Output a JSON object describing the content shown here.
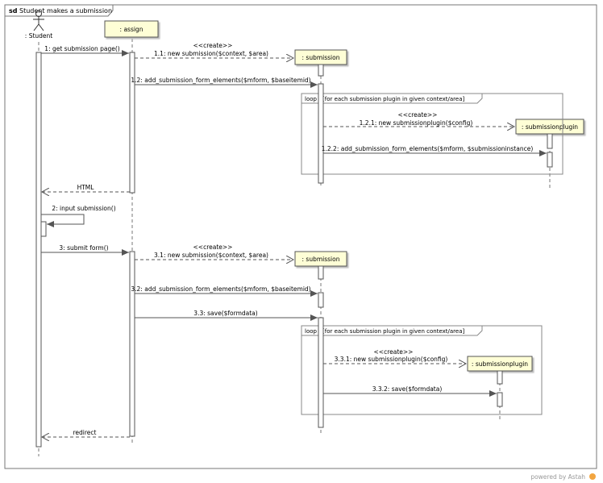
{
  "diagram": {
    "frame_kind": "sd",
    "frame_title": "Student makes a submission",
    "watermark": "powered by Astah",
    "actor": {
      "label": ": Student"
    },
    "objects": {
      "assign": ": assign",
      "submission_1": ": submission",
      "plugin_1": ": submissionplugin",
      "submission_2": ": submission",
      "plugin_2": ": submissionplugin"
    },
    "loops": [
      {
        "label": "loop",
        "guard": "[for each submission plugin in given context/area]"
      },
      {
        "label": "loop",
        "guard": "[for each submission plugin in given context/area]"
      }
    ],
    "messages": {
      "m1": "1: get submission page()",
      "m1_1_stereo": "<<create>>",
      "m1_1": "1.1: new submission($context, $area)",
      "m1_2": "1.2: add_submission_form_elements($mform, $baseitemid)",
      "m1_2_1_stereo": "<<create>>",
      "m1_2_1": "1.2.1: new submissionplugin($config)",
      "m1_2_2": "1.2.2: add_submission_form_elements($mform, $submissioninstance)",
      "r_html": "HTML",
      "m2": "2: input submission()",
      "m3": "3: submit form()",
      "m3_1_stereo": "<<create>>",
      "m3_1": "3.1: new submission($context, $area)",
      "m3_2": "3.2: add_submission_form_elements($mform, $baseitemid)",
      "m3_3": "3.3: save($formdata)",
      "m3_3_1_stereo": "<<create>>",
      "m3_3_1": "3.3.1: new submissionplugin($config)",
      "m3_3_2": "3.3.2: save($formdata)",
      "r_redirect": "redirect"
    },
    "colors": {
      "object_fill": "#fefed6",
      "activation_fill": "#ffffff",
      "line": "#555555",
      "frame": "#777777",
      "watermark_accent": "#f2a540"
    }
  }
}
